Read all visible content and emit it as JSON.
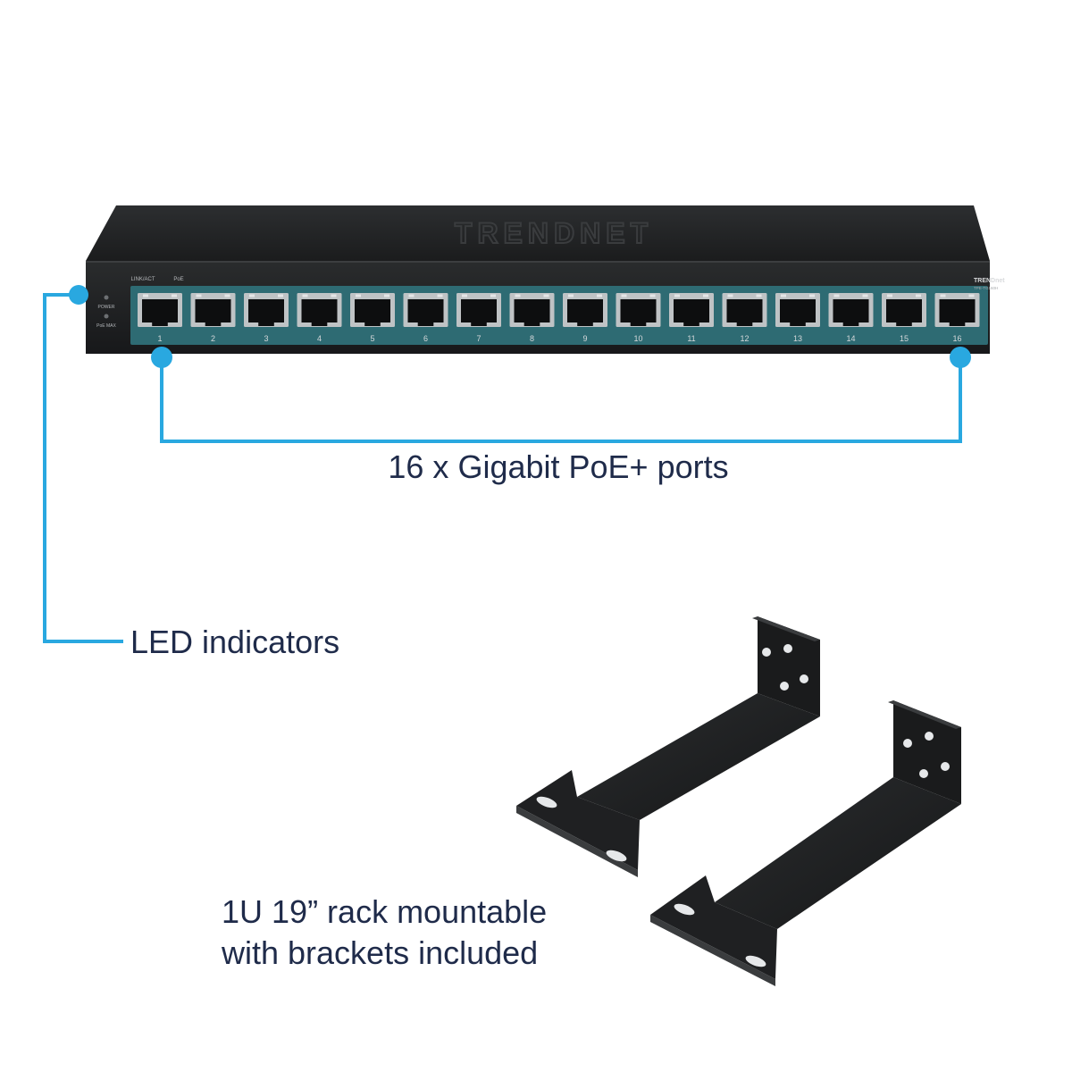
{
  "colors": {
    "callout": "#29a8e0",
    "caption_text": "#1f2b4a",
    "switch_body": "#232526",
    "port_panel": "#2e6b73",
    "bracket": "#202224"
  },
  "switch": {
    "brand_emboss": "TRENDNET",
    "brand_label": "TRENDnet",
    "model_label": "TPE-TG160H",
    "led_labels": [
      "POWER",
      "PoE MAX"
    ],
    "port_group_labels": [
      "LINK/ACT",
      "PoE"
    ],
    "port_numbers": [
      "1",
      "2",
      "3",
      "4",
      "5",
      "6",
      "7",
      "8",
      "9",
      "10",
      "11",
      "12",
      "13",
      "14",
      "15",
      "16"
    ]
  },
  "captions": {
    "ports": "16 x Gigabit PoE+ ports",
    "led": "LED indicators",
    "rack_line1": "1U 19” rack mountable",
    "rack_line2": "with brackets included"
  },
  "icons": [
    "callout-dot-icon",
    "rj45-port-icon",
    "rack-bracket-icon"
  ]
}
